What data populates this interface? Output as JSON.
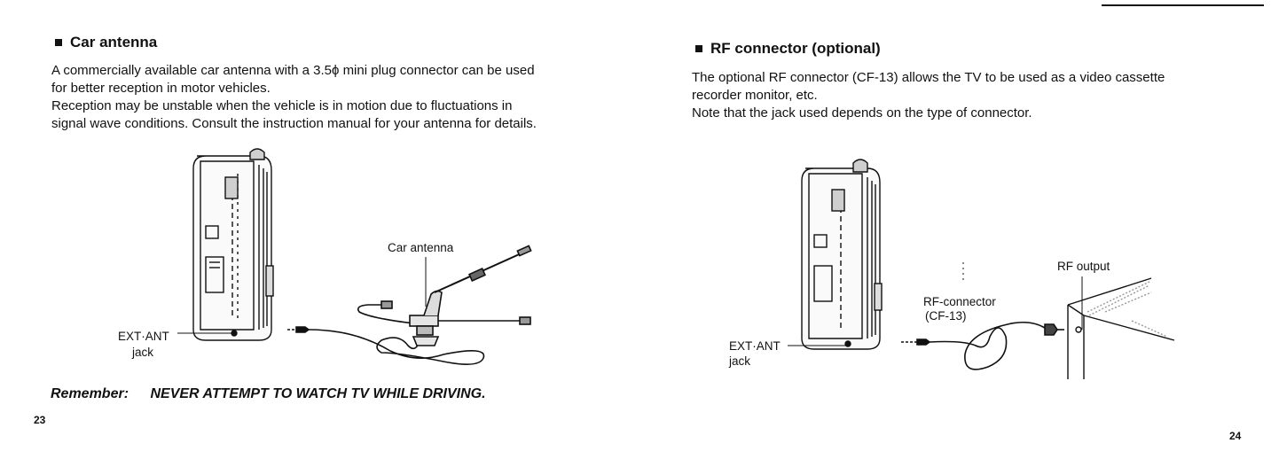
{
  "left_page": {
    "heading": "Car antenna",
    "paragraph_lines": [
      "A commercially available car antenna with a 3.5ϕ mini plug connector can be used",
      "for better reception in motor vehicles.",
      "Reception may be unstable when the vehicle is in motion due to fluctuations in",
      "signal wave conditions. Consult the instruction manual for your antenna for details."
    ],
    "labels": {
      "car_antenna": "Car antenna",
      "ext_ant": "EXT·ANT",
      "jack": "jack"
    },
    "remember_label": "Remember:",
    "remember_text": "NEVER ATTEMPT TO WATCH TV WHILE DRIVING.",
    "page_number": "23"
  },
  "right_page": {
    "heading": "RF connector (optional)",
    "paragraph_lines": [
      "The optional RF connector (CF-13) allows the TV to be used as a video cassette",
      "recorder monitor, etc.",
      "Note that the jack used depends on the type of connector."
    ],
    "labels": {
      "rf_output": "RF output",
      "rf_connector": "RF-connector",
      "cf13": "(CF-13)",
      "ext_ant": "EXT·ANT",
      "jack": "jack"
    },
    "page_number": "24"
  }
}
